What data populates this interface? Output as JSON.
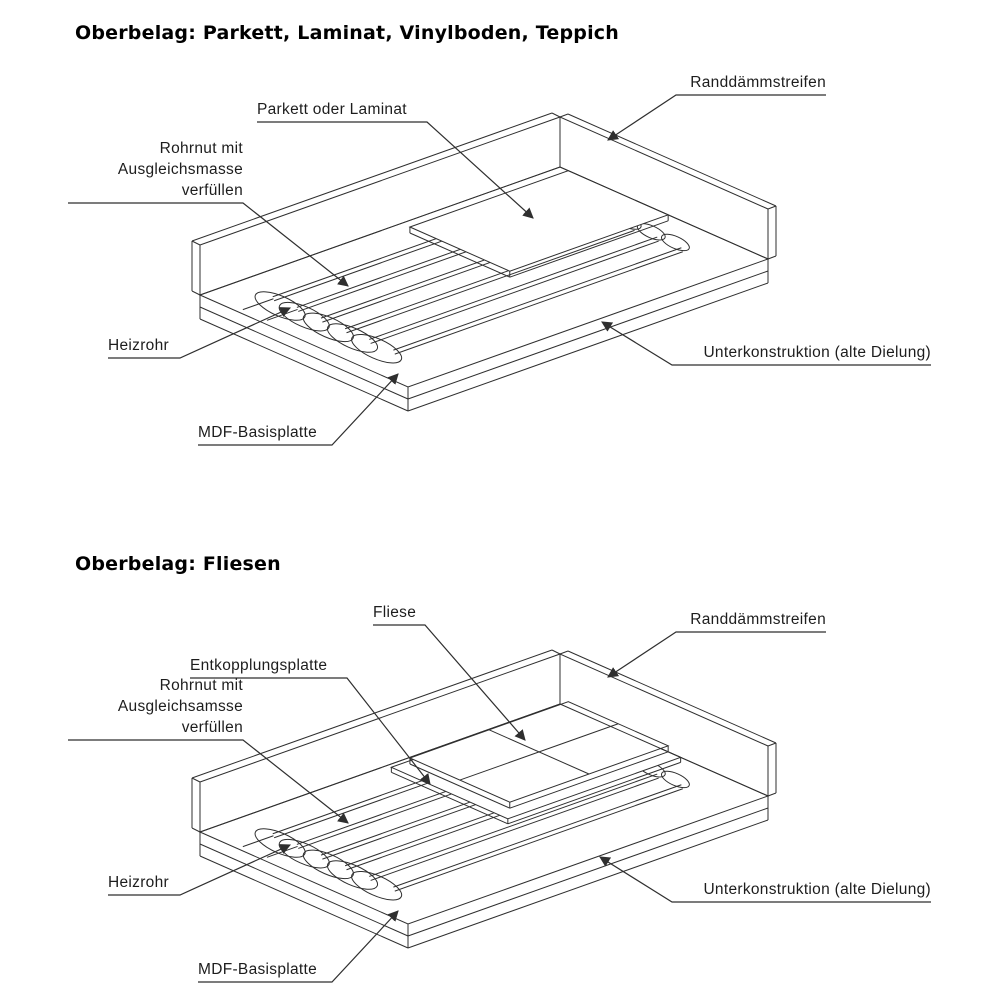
{
  "diagram1": {
    "title": "Oberbelag: Parkett, Laminat, Vinylboden, Teppich",
    "labels": {
      "randdaemmstreifen": "Randdämmstreifen",
      "parkett_oder_laminat": "Parkett oder Laminat",
      "rohrnut_line1": "Rohrnut mit",
      "rohrnut_line2": "Ausgleichsmasse",
      "rohrnut_line3": "verfüllen",
      "heizrohr": "Heizrohr",
      "unterkonstruktion": "Unterkonstruktion (alte Dielung)",
      "mdf_basisplatte": "MDF-Basisplatte"
    }
  },
  "diagram2": {
    "title": "Oberbelag: Fliesen",
    "labels": {
      "fliese": "Fliese",
      "randdaemmstreifen": "Randdämmstreifen",
      "entkopplungsplatte": "Entkopplungsplatte",
      "rohrnut_line1": "Rohrnut mit",
      "rohrnut_line2": "Ausgleichsamsse",
      "rohrnut_line3": "verfüllen",
      "heizrohr": "Heizrohr",
      "unterkonstruktion": "Unterkonstruktion (alte Dielung)",
      "mdf_basisplatte": "MDF-Basisplatte"
    }
  },
  "colors": {
    "line": "#2f2f2f",
    "text": "#1d1d1d",
    "heading": "#000000",
    "background": "#ffffff"
  }
}
